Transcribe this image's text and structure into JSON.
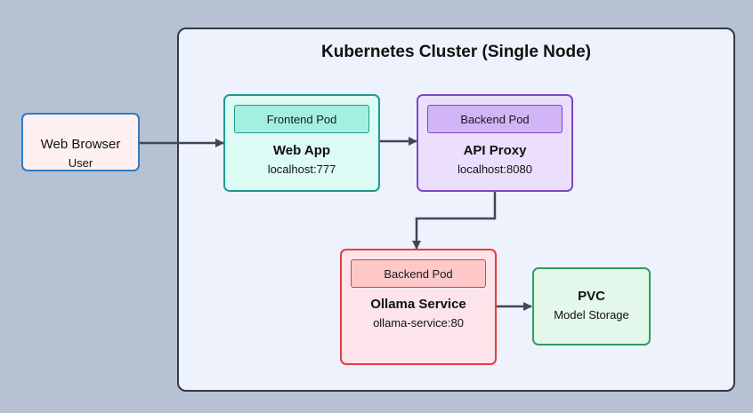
{
  "cluster": {
    "title": "Kubernetes Cluster (Single Node)"
  },
  "browser": {
    "title": "Web Browser",
    "subtitle": "User"
  },
  "frontend": {
    "tag": "Frontend Pod",
    "title": "Web App",
    "subtitle": "localhost:777"
  },
  "api": {
    "tag": "Backend Pod",
    "title": "API Proxy",
    "subtitle": "localhost:8080"
  },
  "ollama": {
    "tag": "Backend Pod",
    "title": "Ollama Service",
    "subtitle": "ollama-service:80"
  },
  "pvc": {
    "title": "PVC",
    "subtitle": "Model Storage"
  },
  "colors": {
    "background": "#b6c1d4",
    "cluster_fill": "#edf2fc",
    "browser_border": "#2f7bc4",
    "frontend_border": "#1e9a8d",
    "api_border": "#7e47c6",
    "ollama_border": "#e23d3d",
    "pvc_border": "#2e9e62",
    "arrow": "#3f4756"
  }
}
